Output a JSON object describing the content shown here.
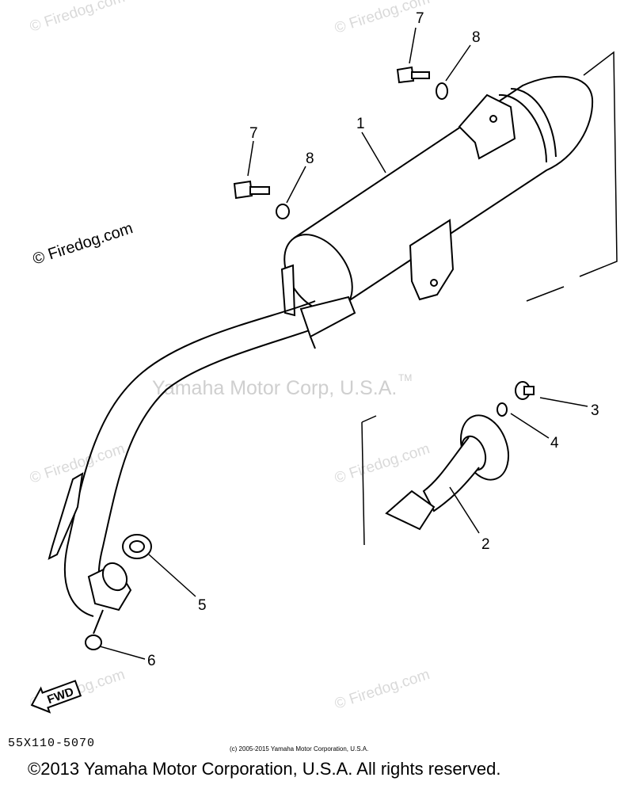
{
  "watermark": {
    "site": "© Firedog.com",
    "brand": "Yamaha Motor Corp, U.S.A.",
    "tm": "TM"
  },
  "callouts": {
    "p1": "1",
    "p2": "2",
    "p3": "3",
    "p4": "4",
    "p5": "5",
    "p6": "6",
    "p7a": "7",
    "p7b": "7",
    "p8a": "8",
    "p8b": "8"
  },
  "fwd_label": "FWD",
  "part_code": "55X110-5070",
  "small_copyright": "(c) 2005-2015 Yamaha Motor Corporation, U.S.A.",
  "footer": "©2013 Yamaha Motor Corporation, U.S.A. All rights reserved."
}
